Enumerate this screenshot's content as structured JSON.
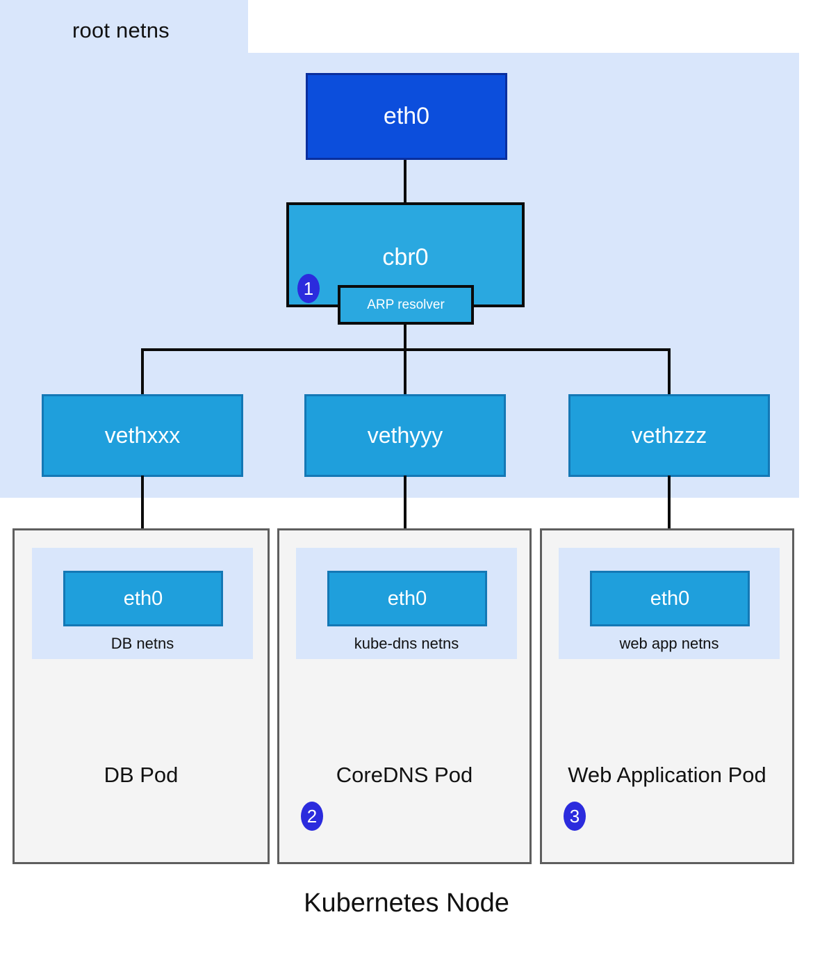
{
  "diagram": {
    "caption": "Kubernetes Node",
    "root_netns_label": "root netns",
    "colors": {
      "root_netns_fill": "#d9e6fb",
      "host_eth0_fill": "#0c4edc",
      "host_eth0_border": "#0a2f9e",
      "bridge_fill": "#2aa8e0",
      "veth_fill": "#1f9fdc",
      "veth_border": "#1478b5",
      "pod_fill": "#f4f4f4",
      "pod_border": "#5e5e5e",
      "badge_fill": "#2b2bdd",
      "line": "#0b0b0b"
    }
  },
  "host": {
    "eth0_label": "eth0",
    "bridge_label": "cbr0",
    "arp_label": "ARP resolver",
    "badge_1": "1"
  },
  "veths": [
    {
      "label": "vethxxx"
    },
    {
      "label": "vethyyy"
    },
    {
      "label": "vethzzz"
    }
  ],
  "pods": [
    {
      "title": "DB Pod",
      "netns_label": "DB netns",
      "eth0_label": "eth0",
      "badge": ""
    },
    {
      "title": "CoreDNS Pod",
      "netns_label": "kube-dns netns",
      "eth0_label": "eth0",
      "badge": "2"
    },
    {
      "title": "Web Application Pod",
      "netns_label": "web app netns",
      "eth0_label": "eth0",
      "badge": "3"
    }
  ]
}
